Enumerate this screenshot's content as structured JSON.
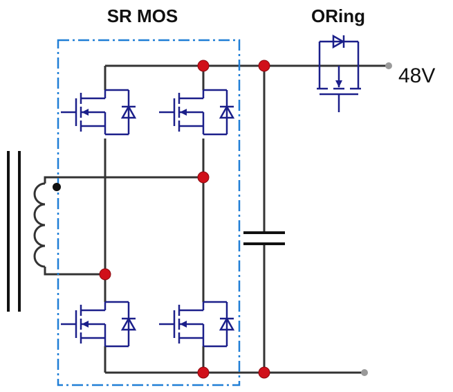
{
  "labels": {
    "sr_mos": "SR MOS",
    "oring": "ORing",
    "output_voltage": "48V"
  },
  "colors": {
    "wire": "#333333",
    "mosfet": "#1b1f8a",
    "boundary": "#1f7ed6",
    "junction": "#d0101a",
    "terminal": "#9a9a9a",
    "transformer_dot": "#111111"
  },
  "components": {
    "sr_mosfets": 4,
    "oring_mosfets": 1
  }
}
